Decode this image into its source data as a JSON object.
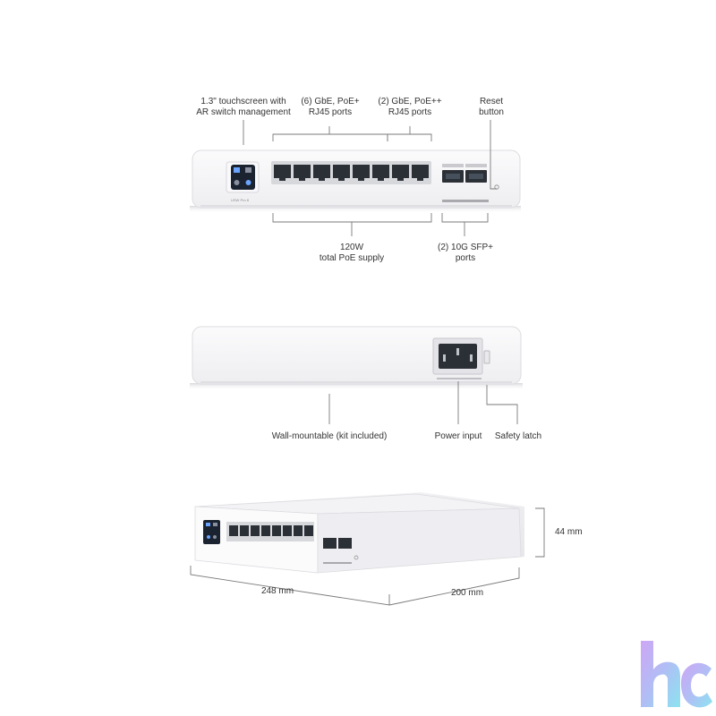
{
  "front_view": {
    "touchscreen_label": "1.3\" touchscreen with\nAR switch management",
    "gbe_poe_plus_label": "(6) GbE, PoE+\nRJ45 ports",
    "gbe_poe_plusplus_label": "(2) GbE, PoE++\nRJ45 ports",
    "reset_label": "Reset\nbutton",
    "poe_supply_label": "120W\ntotal PoE supply",
    "sfp_label": "(2) 10G SFP+\nports",
    "device_logo_text": "USW Pro 8"
  },
  "rear_view": {
    "wall_mount_label": "Wall-mountable (kit included)",
    "power_input_label": "Power input",
    "safety_latch_label": "Safety latch"
  },
  "dimensions": {
    "height_label": "44 mm",
    "width_label": "248 mm",
    "depth_label": "200 mm"
  },
  "watermark": {
    "text": "hc"
  },
  "colors": {
    "device_body": "#f4f4f6",
    "device_edge": "#dcdce0",
    "leader_line": "#7a7a7a",
    "port_dark": "#2b2f36",
    "screen_dark": "#1b2230",
    "watermark_purple": "#b58cf0",
    "watermark_cyan": "#7fd8f0"
  }
}
